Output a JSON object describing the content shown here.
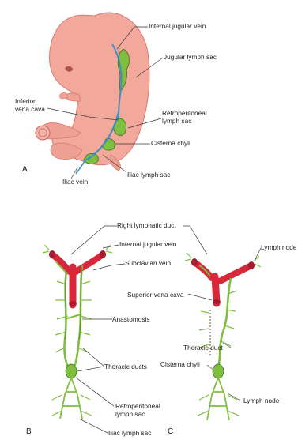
{
  "colors": {
    "embryo_skin": "#f2a99c",
    "embryo_shade": "#e07c72",
    "lymph_green": "#7fbf3f",
    "lymph_outline": "#3d6b1e",
    "vein_red": "#d8263a",
    "vein_blue": "#3e8fbf",
    "leader": "#3a3a3a"
  },
  "panel_a": {
    "letter": "A",
    "labels": {
      "internal_jugular_vein": "Internal jugular vein",
      "jugular_lymph_sac": "Jugular lymph sac",
      "inferior_vena_cava": "Inferior\nvena cava",
      "retroperitoneal_lymph_sac": "Retroperitoneal\nlymph sac",
      "cisterna_chyli": "Cisterna chyli",
      "iliac_lymph_sac": "Iliac lymph sac",
      "iliac_vein": "Iliac vein"
    }
  },
  "panel_b": {
    "letter": "B",
    "labels": {
      "right_lymphatic_duct": "Right lymphatic duct",
      "internal_jugular_vein": "Internal jugular vein",
      "subclavian_vein": "Subclavian vein",
      "superior_vena_cava": "Superior vena cava",
      "anastomosis": "Anastomosis",
      "thoracic_ducts": "Thoracic ducts",
      "retroperitoneal_lymph_sac": "Retroperitoneal\nlymph sac",
      "iliac_lymph_sac": "Iliac lymph sac"
    }
  },
  "panel_c": {
    "letter": "C",
    "labels": {
      "lymph_node_top": "Lymph node",
      "thoracic_duct": "Thoracic duct",
      "cisterna_chyli": "Cisterna chyli",
      "lymph_node_bottom": "Lymph node"
    }
  }
}
